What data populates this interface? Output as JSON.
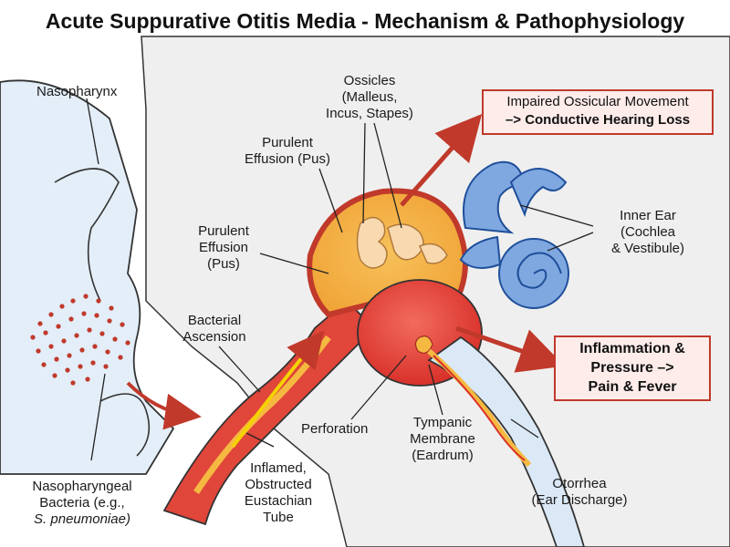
{
  "title": "Acute Suppurative Otitis Media - Mechanism & Pathophysiology",
  "labels": {
    "nasopharynx": "Nasopharynx",
    "ossicles": [
      "Ossicles",
      "(Malleus,",
      "Incus, Stapes)"
    ],
    "purulent_effusion_upper": [
      "Purulent",
      "Effusion (Pus)"
    ],
    "purulent_effusion_left": [
      "Purulent",
      "Effusion",
      "(Pus)"
    ],
    "inner_ear": [
      "Inner Ear",
      "(Cochlea",
      "& Vestibule)"
    ],
    "bacterial_ascension": [
      "Bacterial",
      "Ascension"
    ],
    "perforation": "Perforation",
    "tympanic_membrane": [
      "Tympanic",
      "Membrane",
      "(Eardrum)"
    ],
    "nasopharyngeal_bacteria": [
      "Nasopharyngeal",
      "Bacteria (e.g.,",
      "S. pneumoniae)"
    ],
    "eustachian_tube": [
      "Inflamed,",
      "Obstructed",
      "Eustachian",
      "Tube"
    ],
    "otorrhea": [
      "Otorrhea",
      "(Ear Discharge)"
    ]
  },
  "callouts": {
    "hearing_loss": [
      "Impaired Ossicular Movement",
      "–> Conductive Hearing Loss"
    ],
    "pain_fever": [
      "Inflammation &",
      "Pressure –>",
      "Pain & Fever"
    ]
  },
  "colors": {
    "accent_red": "#c0392b",
    "pus": "#f5b942",
    "inner_ear_blue": "#5b8fd6",
    "tissue_gray": "#efefef",
    "nasal_blue": "#e3eef8"
  }
}
